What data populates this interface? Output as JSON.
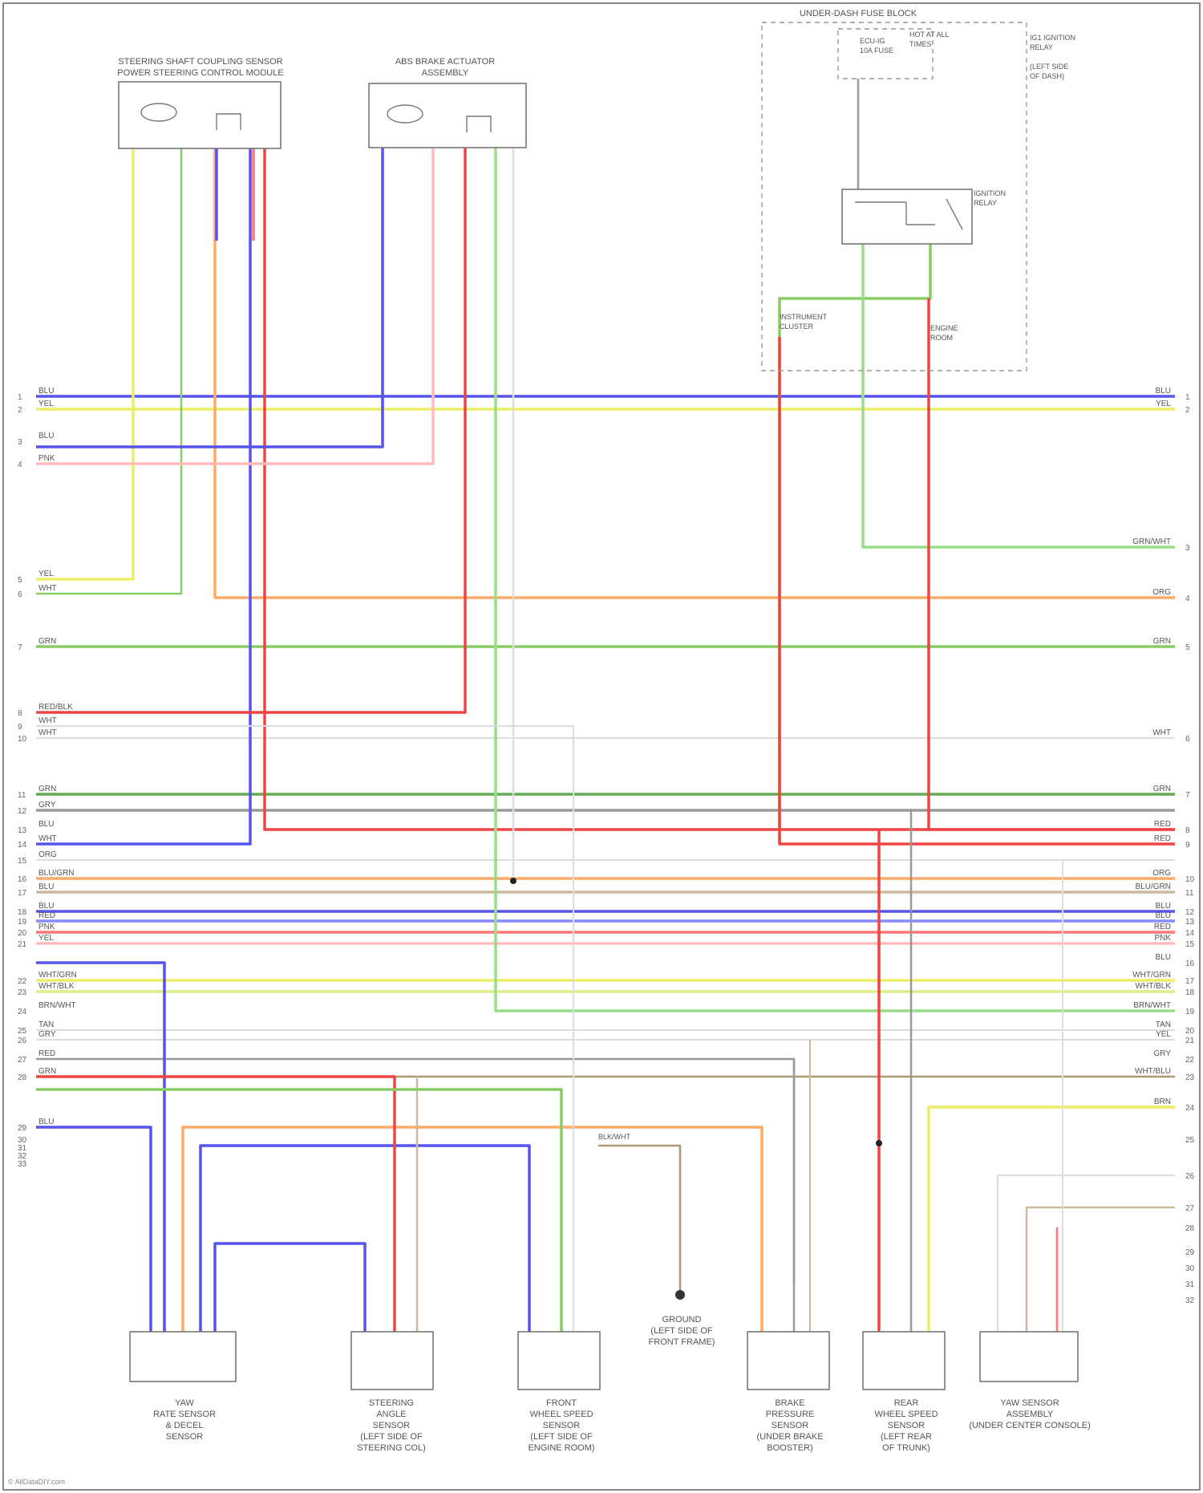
{
  "colors": {
    "BLU": "#5555ee",
    "YEL": "#eeee66",
    "PNK": "#ffbbbb",
    "RED": "#ee4444",
    "GRN": "#88cc66",
    "ORG": "#ffaa66",
    "GRY": "#999999",
    "WHT": "#dddddd",
    "TAN": "#ccbb99",
    "BRN": "#aa9977",
    "DKGRN": "#66aa55",
    "RED_WHT": "#ff7777",
    "BLU_YEL": "#8888ff",
    "YEL_GRN": "#ddee88",
    "GRN_WHT": "#99dd88"
  },
  "components": {
    "hvac_unit": {
      "title_line1": "STEERING SHAFT COUPLING SENSOR",
      "title_line2": "POWER STEERING CONTROL MODULE"
    },
    "abs_unit": {
      "title_line1": "ABS BRAKE ACTUATOR",
      "title_line2": "ASSEMBLY"
    },
    "ignition_box": {
      "title": "UNDER-DASH FUSE BLOCK",
      "fuse_a_line1": "ECU-IG",
      "fuse_a_line2": "10A FUSE",
      "fuse_a_line3": "",
      "fuse_b_line1": "HOT AT ALL",
      "fuse_b_line2": "TIMES",
      "side_line1": "IG1 IGNITION",
      "side_line2": "RELAY",
      "side_line3": "(LEFT SIDE",
      "side_line4": "OF DASH)",
      "relay_label_line1": "IGNITION",
      "relay_label_line2": "RELAY",
      "left_out_line1": "INSTRUMENT",
      "left_out_line2": "CLUSTER",
      "right_out_line1": "ENGINE",
      "right_out_line2": "ROOM"
    },
    "bottom": [
      {
        "line1": "YAW",
        "line2": "RATE SENSOR",
        "line3": "& DECEL",
        "line4": "SENSOR",
        "line5": ""
      },
      {
        "line1": "STEERING",
        "line2": "ANGLE",
        "line3": "SENSOR",
        "line4": "(LEFT SIDE OF",
        "line5": "STEERING COL)"
      },
      {
        "line1": "FRONT",
        "line2": "WHEEL SPEED",
        "line3": "SENSOR",
        "line4": "(LEFT SIDE OF",
        "line5": "ENGINE ROOM)"
      },
      {
        "line1": "GROUND",
        "line2": "(LEFT SIDE OF",
        "line3": "FRONT FRAME)",
        "line4": "",
        "line5": ""
      },
      {
        "line1": "BRAKE",
        "line2": "PRESSURE",
        "line3": "SENSOR",
        "line4": "(UNDER BRAKE",
        "line5": "BOOSTER)"
      },
      {
        "line1": "REAR",
        "line2": "WHEEL SPEED",
        "line3": "SENSOR",
        "line4": "(LEFT REAR",
        "line5": "OF TRUNK)"
      },
      {
        "line1": "YAW SENSOR",
        "line2": "ASSEMBLY",
        "line3": "(UNDER CENTER CONSOLE)",
        "line4": "",
        "line5": ""
      }
    ]
  },
  "left_pins": [
    "1",
    "2",
    "3",
    "4",
    "5",
    "6",
    "7",
    "8",
    "9",
    "10",
    "11",
    "12",
    "13",
    "14",
    "15",
    "16",
    "17",
    "18",
    "19",
    "20",
    "21",
    "22",
    "23",
    "24",
    "25",
    "26",
    "27",
    "28",
    "29",
    "30",
    "31",
    "32",
    "33"
  ],
  "right_pins": [
    "1",
    "2",
    "3",
    "4",
    "5",
    "6",
    "7",
    "8",
    "9",
    "10",
    "11",
    "12",
    "13",
    "14",
    "15",
    "16",
    "17",
    "18",
    "19",
    "20",
    "21",
    "22",
    "23",
    "24",
    "25",
    "26",
    "27",
    "28",
    "29",
    "30",
    "31",
    "32"
  ],
  "wire_labels_left": [
    "BLU",
    "YEL",
    "BLU",
    "PNK",
    "YEL",
    "WHT",
    "GRN",
    "RED/BLK",
    "WHT",
    "WHT",
    "GRN",
    "GRY",
    "BLU",
    "WHT",
    "ORG",
    "BLU/GRN",
    "BLU",
    "BLU",
    "RED",
    "PNK",
    "YEL",
    "WHT/GRN",
    "WHT/BLK",
    "BRN/WHT",
    "TAN",
    "GRY",
    "RED",
    "GRN",
    "BLU"
  ],
  "wire_labels_right": [
    "BLU",
    "YEL",
    "GRN/WHT",
    "ORG",
    "GRN",
    "WHT",
    "GRN",
    "RED",
    "RED",
    "ORG",
    "BLU/GRN",
    "BLU",
    "BLU",
    "RED",
    "PNK",
    "BLU",
    "WHT/GRN",
    "WHT/BLK",
    "BRN/WHT",
    "TAN",
    "YEL",
    "GRY",
    "WHT/BLU",
    "BRN"
  ],
  "splice_label": "BLK/WHT",
  "credit": "© AllDataDIY.com"
}
